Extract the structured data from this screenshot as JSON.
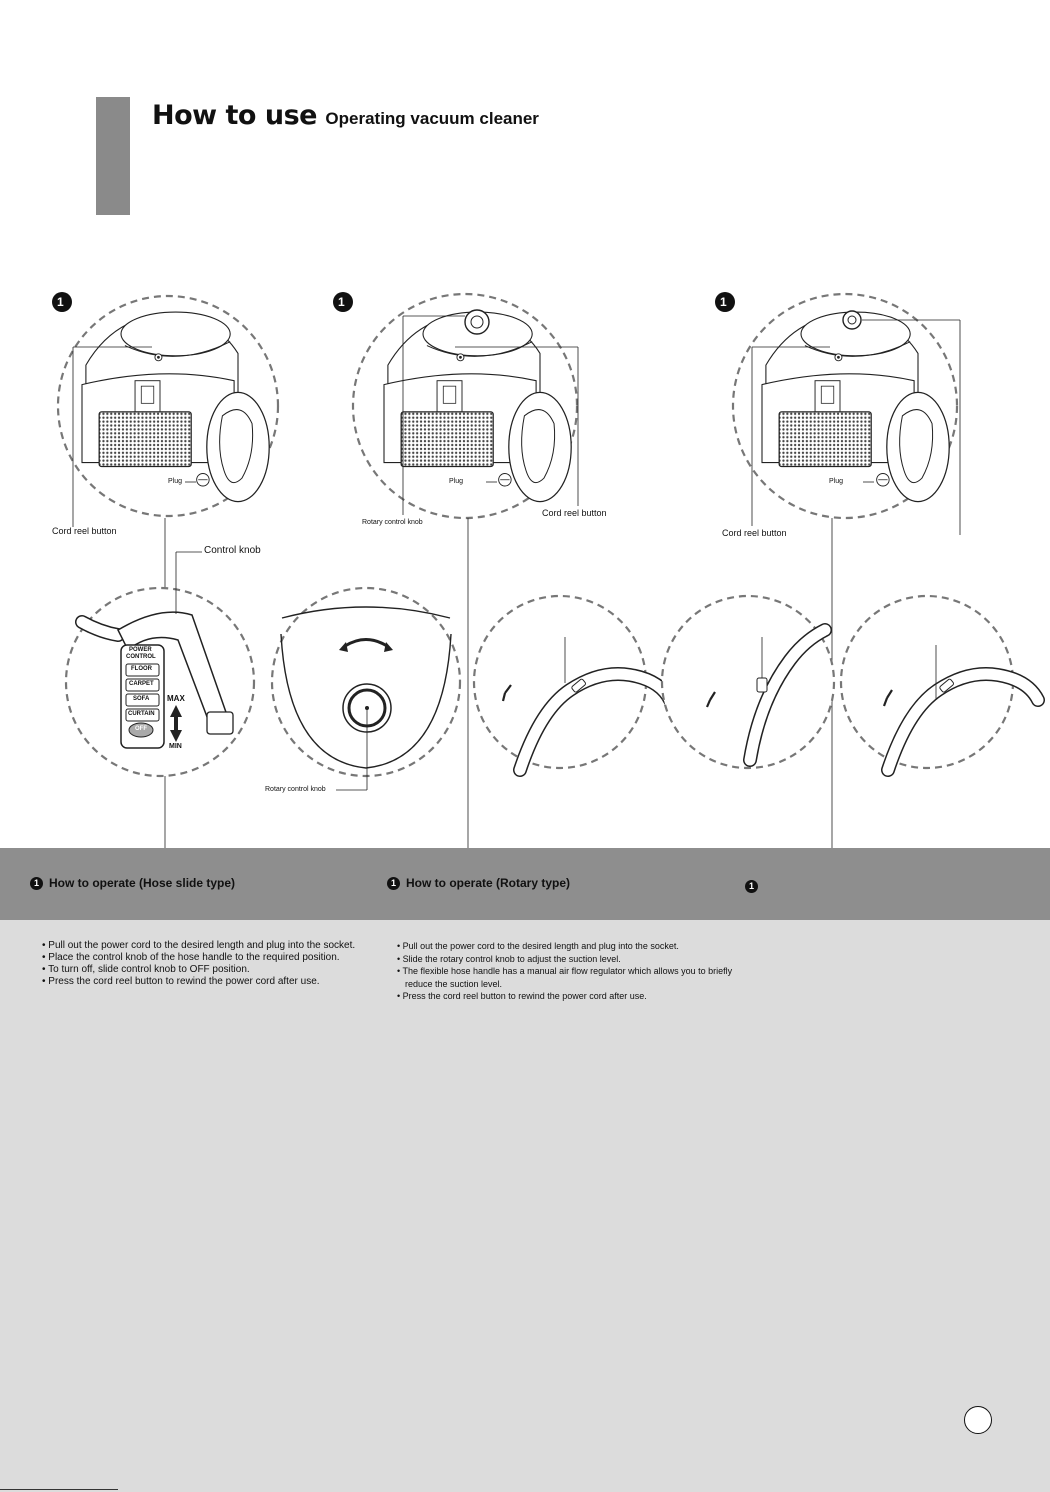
{
  "header": {
    "title_main": "How to use",
    "title_sub": "Operating vacuum cleaner"
  },
  "steps": {
    "a_number": "1",
    "b_number": "1",
    "c_number": "1"
  },
  "labels": {
    "plug": "Plug",
    "cord_reel_button": "Cord reel button",
    "rotary_control_knob": "Rotary control knob",
    "control_knob": "Control knob",
    "power_control": "POWER",
    "power_control_2": "CONTROL",
    "floor": "FLOOR",
    "carpet": "CARPET",
    "sofa": "SOFA",
    "curtain": "CURTAIN",
    "off": "OFF",
    "max": "MAX",
    "min": "MIN"
  },
  "sections": [
    {
      "number": "1",
      "heading": "How to operate (Hose slide type)",
      "bullets": [
        "• Pull out the power cord to the desired length and plug into the socket.",
        "• Place the control knob of the hose handle to the required position.",
        "• To turn off, slide control knob to OFF position.",
        "• Press the cord reel button to rewind the power cord after use."
      ]
    },
    {
      "number": "1",
      "heading": "How to operate (Rotary type)",
      "bullets": [
        "• Pull out the power cord to the desired length and plug into the socket.",
        "• Slide the rotary control knob to adjust the suction level.",
        "• The flexible hose handle has a manual air flow regulator which allows you to briefly reduce the suction level.",
        "• Press the cord reel button to rewind the power cord after use."
      ]
    },
    {
      "number": "1",
      "heading": "",
      "bullets": []
    }
  ]
}
